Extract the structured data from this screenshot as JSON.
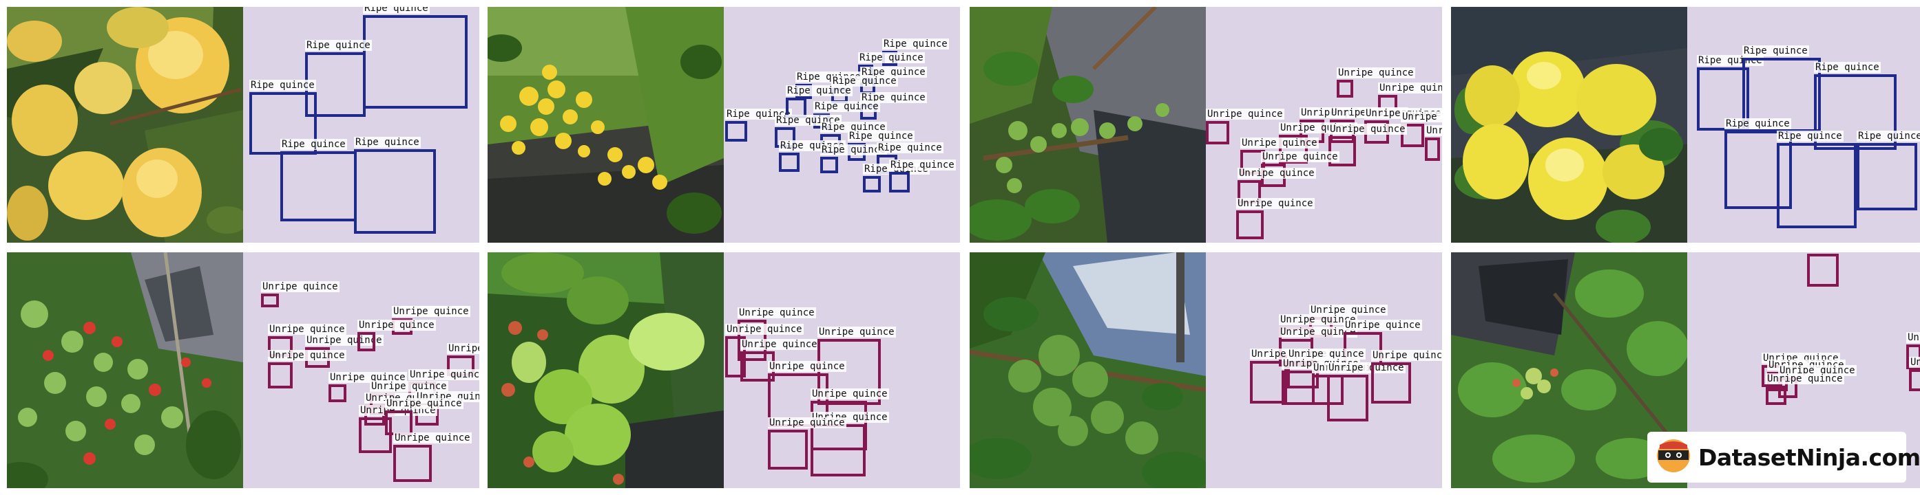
{
  "labels": {
    "ripe": "Ripe quince",
    "unripe": "Unripe quince"
  },
  "colors": {
    "ripe_box": "#1f2a8a",
    "unripe_box": "#86164f",
    "annotation_bg": "#ddd3e6"
  },
  "watermark": {
    "text": "DatasetNinja.com",
    "icon": "ninja-icon"
  }
}
